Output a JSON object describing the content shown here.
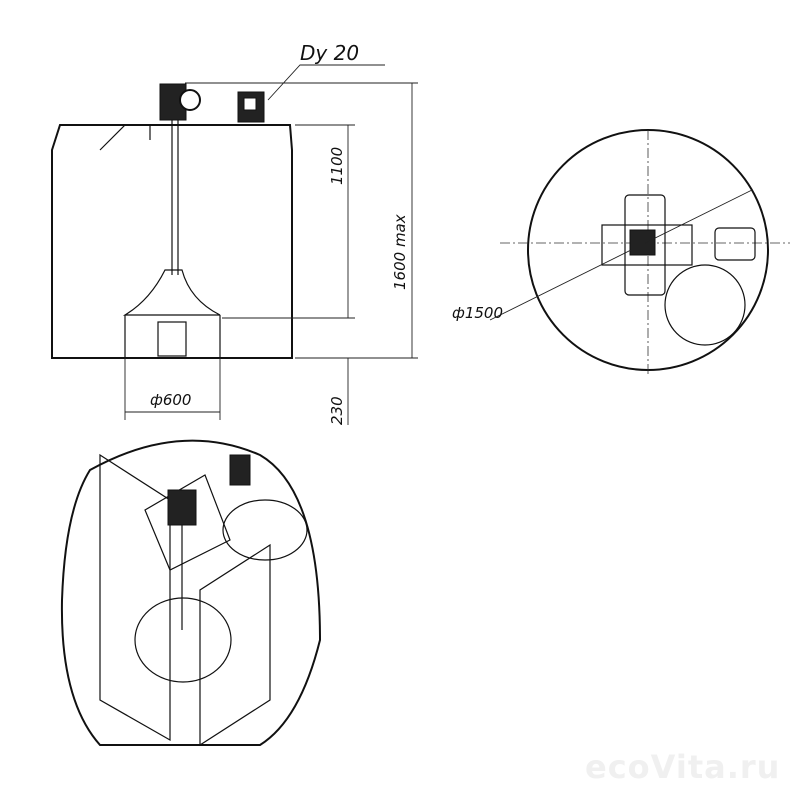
{
  "drawing": {
    "nozzle_label": "Dy 20",
    "dim_1100": "1100",
    "dim_1600": "1600 max",
    "dim_230": "230",
    "dim_600": "ф600",
    "dim_1500": "ф1500"
  },
  "watermark": "ecoVita.ru"
}
